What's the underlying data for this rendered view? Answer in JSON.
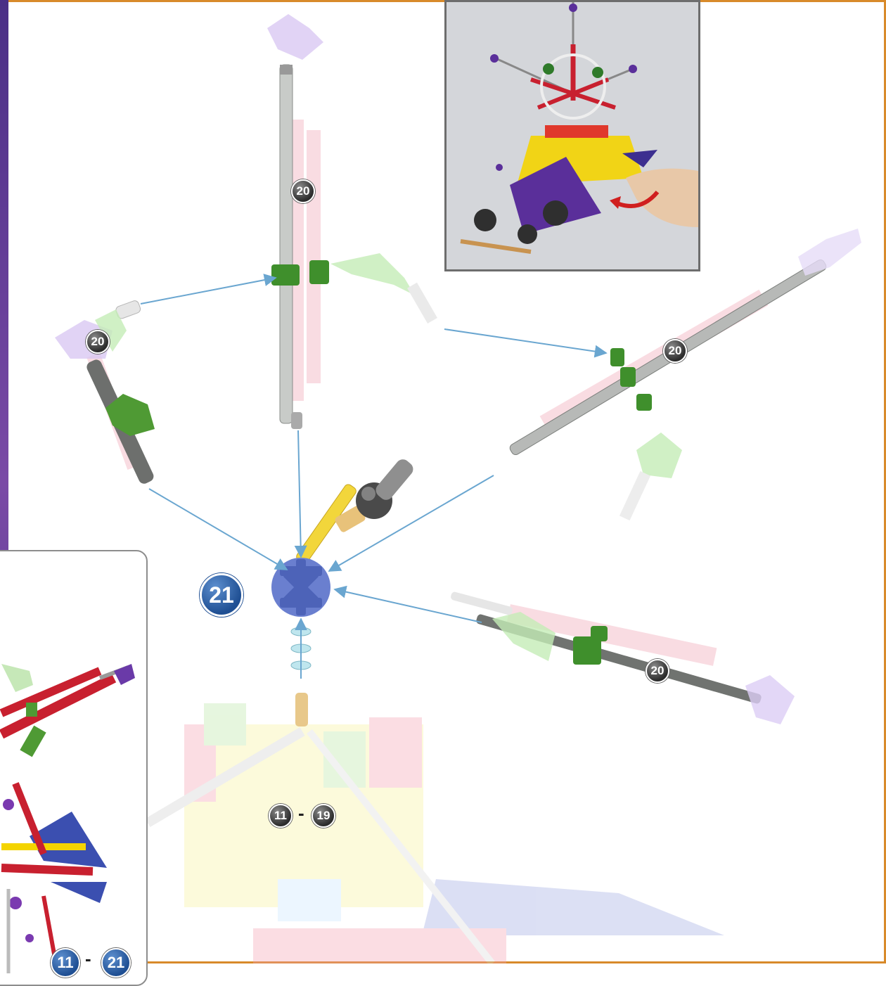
{
  "step": {
    "number": "21"
  },
  "callouts": {
    "top_rod": "20",
    "left_rod": "20",
    "right_rod": "20",
    "lower_rod": "20"
  },
  "reference": {
    "from": "11",
    "separator": "-",
    "to": "19"
  },
  "prev_panel": {
    "from": "11",
    "separator": "-",
    "to": "21"
  },
  "colors": {
    "border_left": "#5a3a92",
    "border_frame": "#d88a2a",
    "arrow": "#6aa6d0",
    "step_badge": "#1f4f93"
  },
  "icons": {
    "hub": "blue-connector-icon",
    "arrow": "assembly-arrow-icon",
    "rotate": "rotate-arrow-icon"
  }
}
